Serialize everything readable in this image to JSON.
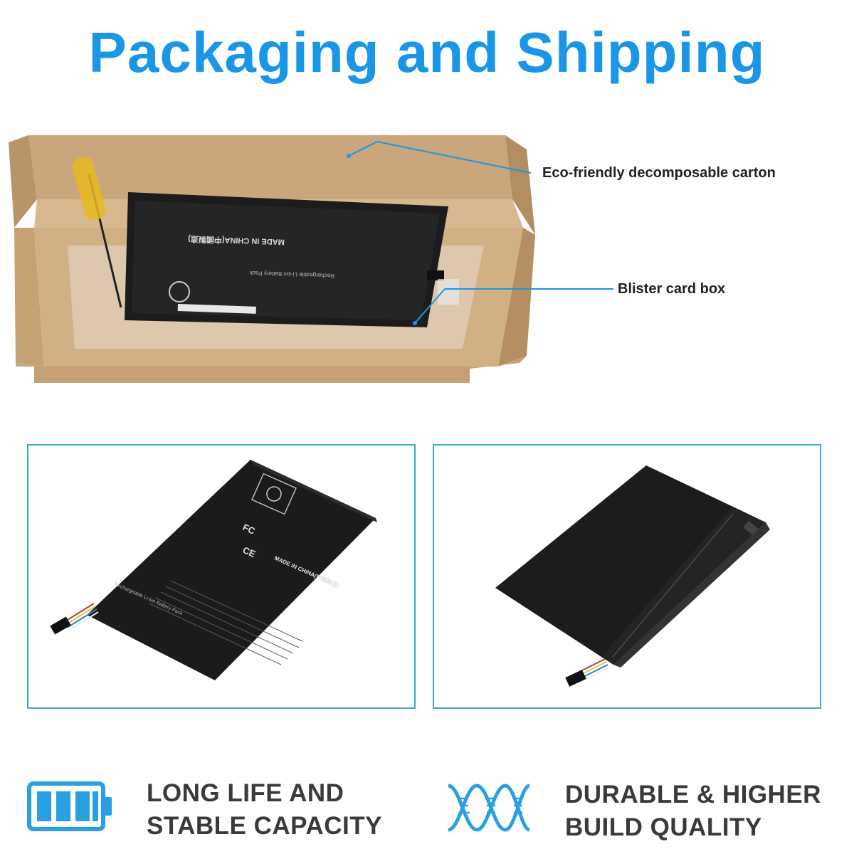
{
  "page": {
    "title": "Packaging and Shipping",
    "accent_color": "#1a96e6",
    "panel_border_color": "#3aa6e0"
  },
  "callouts": [
    {
      "label": "Eco-friendly decomposable carton"
    },
    {
      "label": "Blister card box"
    }
  ],
  "battery_label": {
    "made_in": "MADE IN CHINA(中國製造)",
    "pack_type": "Rechargeable Li-ion Battery Pack",
    "cell_type": "Li-ion"
  },
  "panels": [
    {
      "view": "battery-front-view"
    },
    {
      "view": "battery-back-view"
    }
  ],
  "features": [
    {
      "icon": "battery-full-icon",
      "line1": "LONG LIFE AND",
      "line2": "STABLE CAPACITY"
    },
    {
      "icon": "twisted-cable-icon",
      "line1": "DURABLE & HIGHER",
      "line2": "BUILD QUALITY"
    }
  ]
}
